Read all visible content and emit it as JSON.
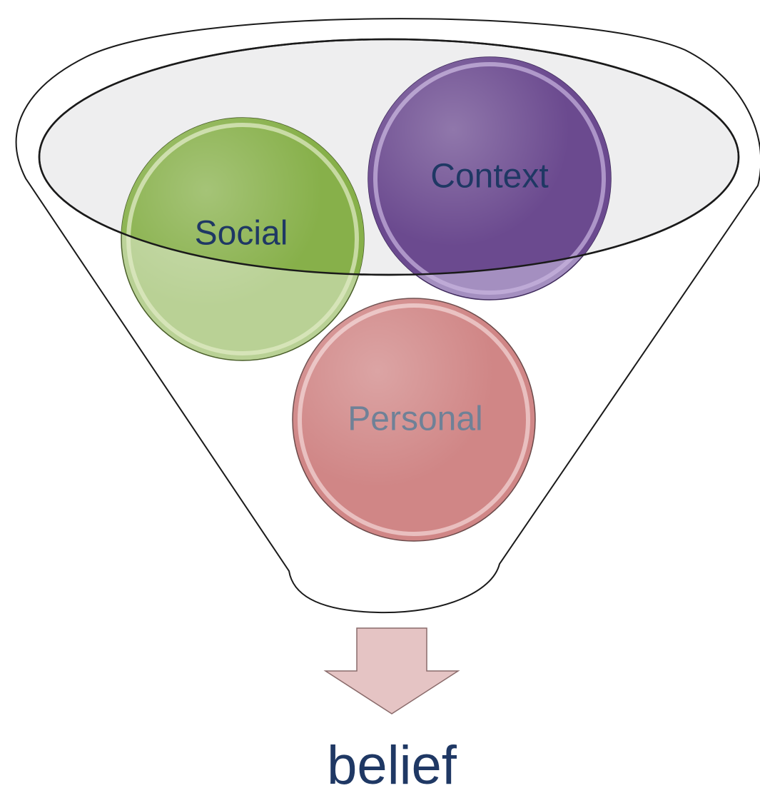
{
  "diagram": {
    "inputs": [
      {
        "key": "social",
        "label": "Social",
        "fill": "#87b04a",
        "text_color": "#1f3864"
      },
      {
        "key": "context",
        "label": "Context",
        "fill": "#6b4a8f",
        "text_color": "#1f3864"
      },
      {
        "key": "personal",
        "label": "Personal",
        "fill": "#d08686",
        "text_color": "#6f8197"
      }
    ],
    "output": {
      "label": "belief",
      "text_color": "#1f3864"
    },
    "colors": {
      "funnel_stroke": "#1a1a1a",
      "funnel_fill": "#ffffff",
      "arrow_fill": "#e5c4c4",
      "arrow_stroke": "#8a6b6b",
      "rim_fill": "#eeeeef"
    }
  }
}
